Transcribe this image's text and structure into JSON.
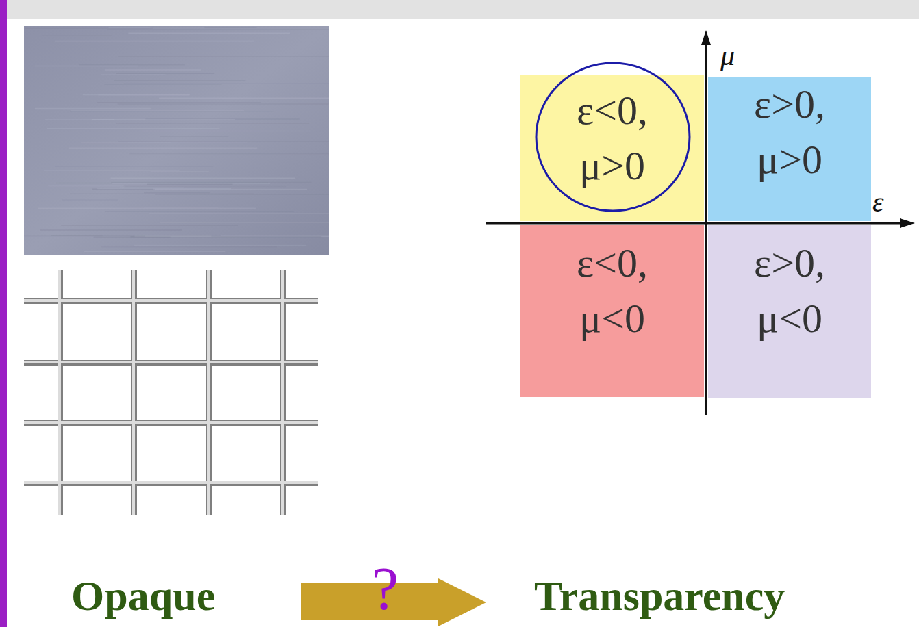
{
  "diagram": {
    "nodes": [
      {
        "text": [
          "ε<0, μ>0"
        ]
      },
      {
        "text": [
          "ε>0, μ>0"
        ]
      },
      {
        "text": [
          "ε<0, μ<0"
        ]
      },
      {
        "text": [
          "ε>0, μ<0"
        ]
      }
    ],
    "labels": [
      "μ",
      "ε",
      "Opaque",
      "?",
      "Transparency"
    ]
  }
}
